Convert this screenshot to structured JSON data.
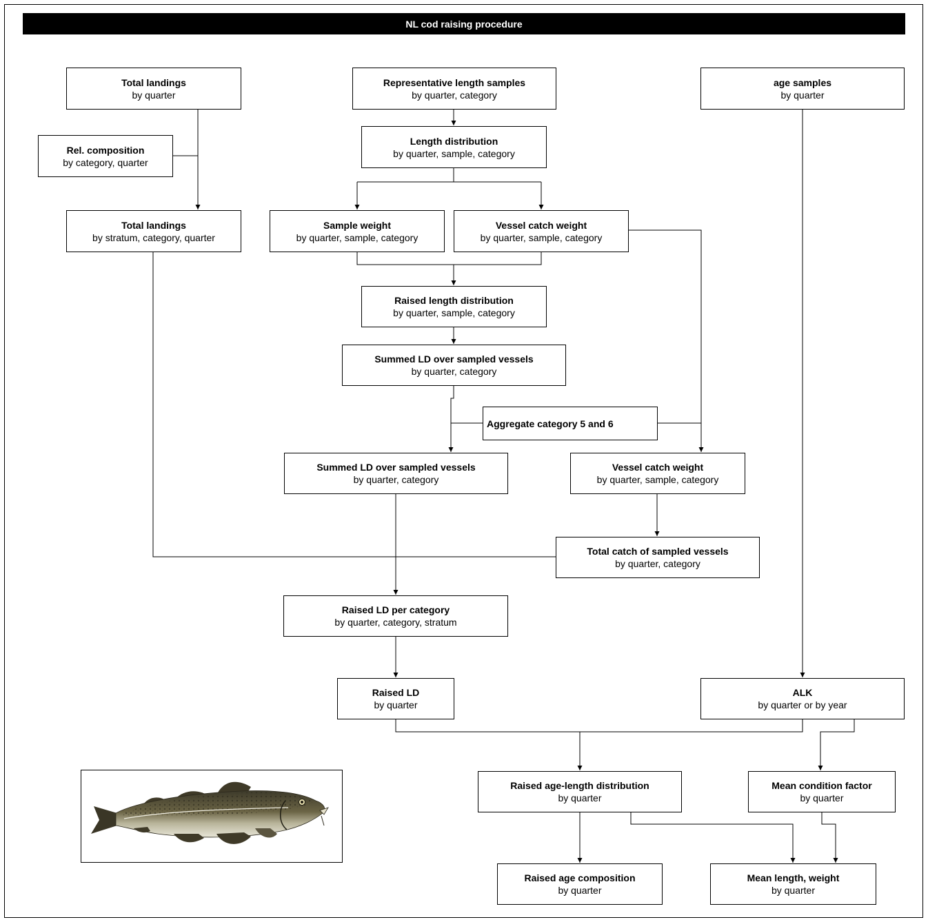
{
  "title": "NL cod raising procedure",
  "nodes": {
    "total_landings_q": {
      "title": "Total landings",
      "sub": "by quarter"
    },
    "rel_composition": {
      "title": "Rel. composition",
      "sub": "by category, quarter"
    },
    "total_landings_scq": {
      "title": "Total landings",
      "sub": "by stratum, category, quarter"
    },
    "rep_length_samples": {
      "title": "Representative length samples",
      "sub": "by quarter, category"
    },
    "length_distribution": {
      "title": "Length distribution",
      "sub": "by quarter, sample, category"
    },
    "sample_weight": {
      "title": "Sample weight",
      "sub": "by quarter, sample, category"
    },
    "vessel_catch_weight_1": {
      "title": "Vessel catch weight",
      "sub": "by quarter, sample, category"
    },
    "raised_length_distribution": {
      "title": "Raised length distribution",
      "sub": "by quarter, sample, category"
    },
    "summed_ld_1": {
      "title": "Summed LD over sampled vessels",
      "sub": "by quarter, category"
    },
    "aggregate_cat": {
      "title": "Aggregate category 5 and 6"
    },
    "summed_ld_2": {
      "title": "Summed LD over sampled vessels",
      "sub": "by quarter, category"
    },
    "vessel_catch_weight_2": {
      "title": "Vessel catch weight",
      "sub": "by quarter, sample, category"
    },
    "total_catch_sampled": {
      "title": "Total catch of sampled vessels",
      "sub": "by quarter, category"
    },
    "raised_ld_per_cat": {
      "title": "Raised LD per category",
      "sub": "by quarter, category, stratum"
    },
    "raised_ld": {
      "title": "Raised LD",
      "sub": "by quarter"
    },
    "age_samples": {
      "title": "age samples",
      "sub": "by quarter"
    },
    "alk": {
      "title": "ALK",
      "sub": "by quarter or by year"
    },
    "raised_age_length": {
      "title": "Raised age-length distribution",
      "sub": "by quarter"
    },
    "mean_condition": {
      "title": "Mean condition factor",
      "sub": "by quarter"
    },
    "raised_age_comp": {
      "title": "Raised age composition",
      "sub": "by quarter"
    },
    "mean_length_weight": {
      "title": "Mean length, weight",
      "sub": "by quarter"
    }
  }
}
